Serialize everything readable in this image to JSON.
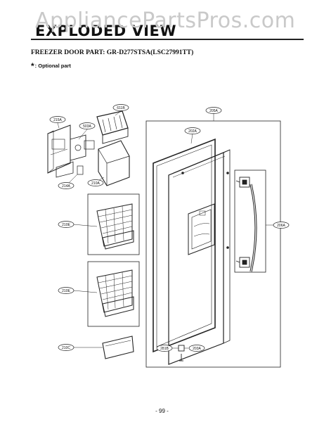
{
  "watermark": "AppliancePartsPros.com",
  "page_title": "EXPLODED VIEW",
  "section_title": "FREEZER DOOR PART: GR-D277STSA(LSC27991TT)",
  "note": {
    "symbol": "*",
    "text": ": Optional part"
  },
  "callouts": {
    "c1": "205A",
    "c2": "202A",
    "c3": "206A",
    "c4": "611B",
    "c5": "503A",
    "c6": "215A",
    "c7": "214A",
    "c8": "210A",
    "c9": "210E",
    "c10": "210E",
    "c11": "210C",
    "c12": "281B",
    "c13": "203A"
  },
  "page_number": "- 99 -"
}
